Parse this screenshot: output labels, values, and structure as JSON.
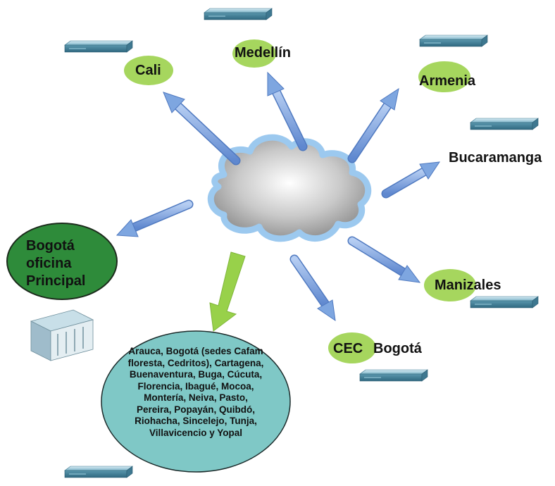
{
  "nodes": {
    "cali": "Cali",
    "medellin": "Medellín",
    "armenia": "Armenia",
    "bucaramanga": "Bucaramanga",
    "manizales": "Manizales",
    "cec_part1": "CEC",
    "cec_part2": "Bogotá",
    "hq_line1": "Bogotá",
    "hq_line2": "oficina",
    "hq_line3": "Principal"
  },
  "other_cities": "Arauca, Bogotá (sedes Cafam floresta, Cedritos), Cartagena, Buenaventura, Buga, Cúcuta, Florencia, Ibagué, Mocoa, Montería, Neiva, Pasto, Pereira, Popayán, Quibdó, Riohacha, Sincelejo, Tunja, Villavicencio y Yopal",
  "colors": {
    "light_green_node": "#a6d65e",
    "dark_green_node": "#2e8b3a",
    "teal_ellipse": "#7fc8c6",
    "blue_arrow": "#7ea6e0",
    "green_arrow": "#98d14a",
    "cloud_outline": "#9cc9ef",
    "router": "#5fa0b6"
  },
  "icons": {
    "router": "network-router-icon",
    "server": "server-icon",
    "cloud": "cloud-icon"
  }
}
